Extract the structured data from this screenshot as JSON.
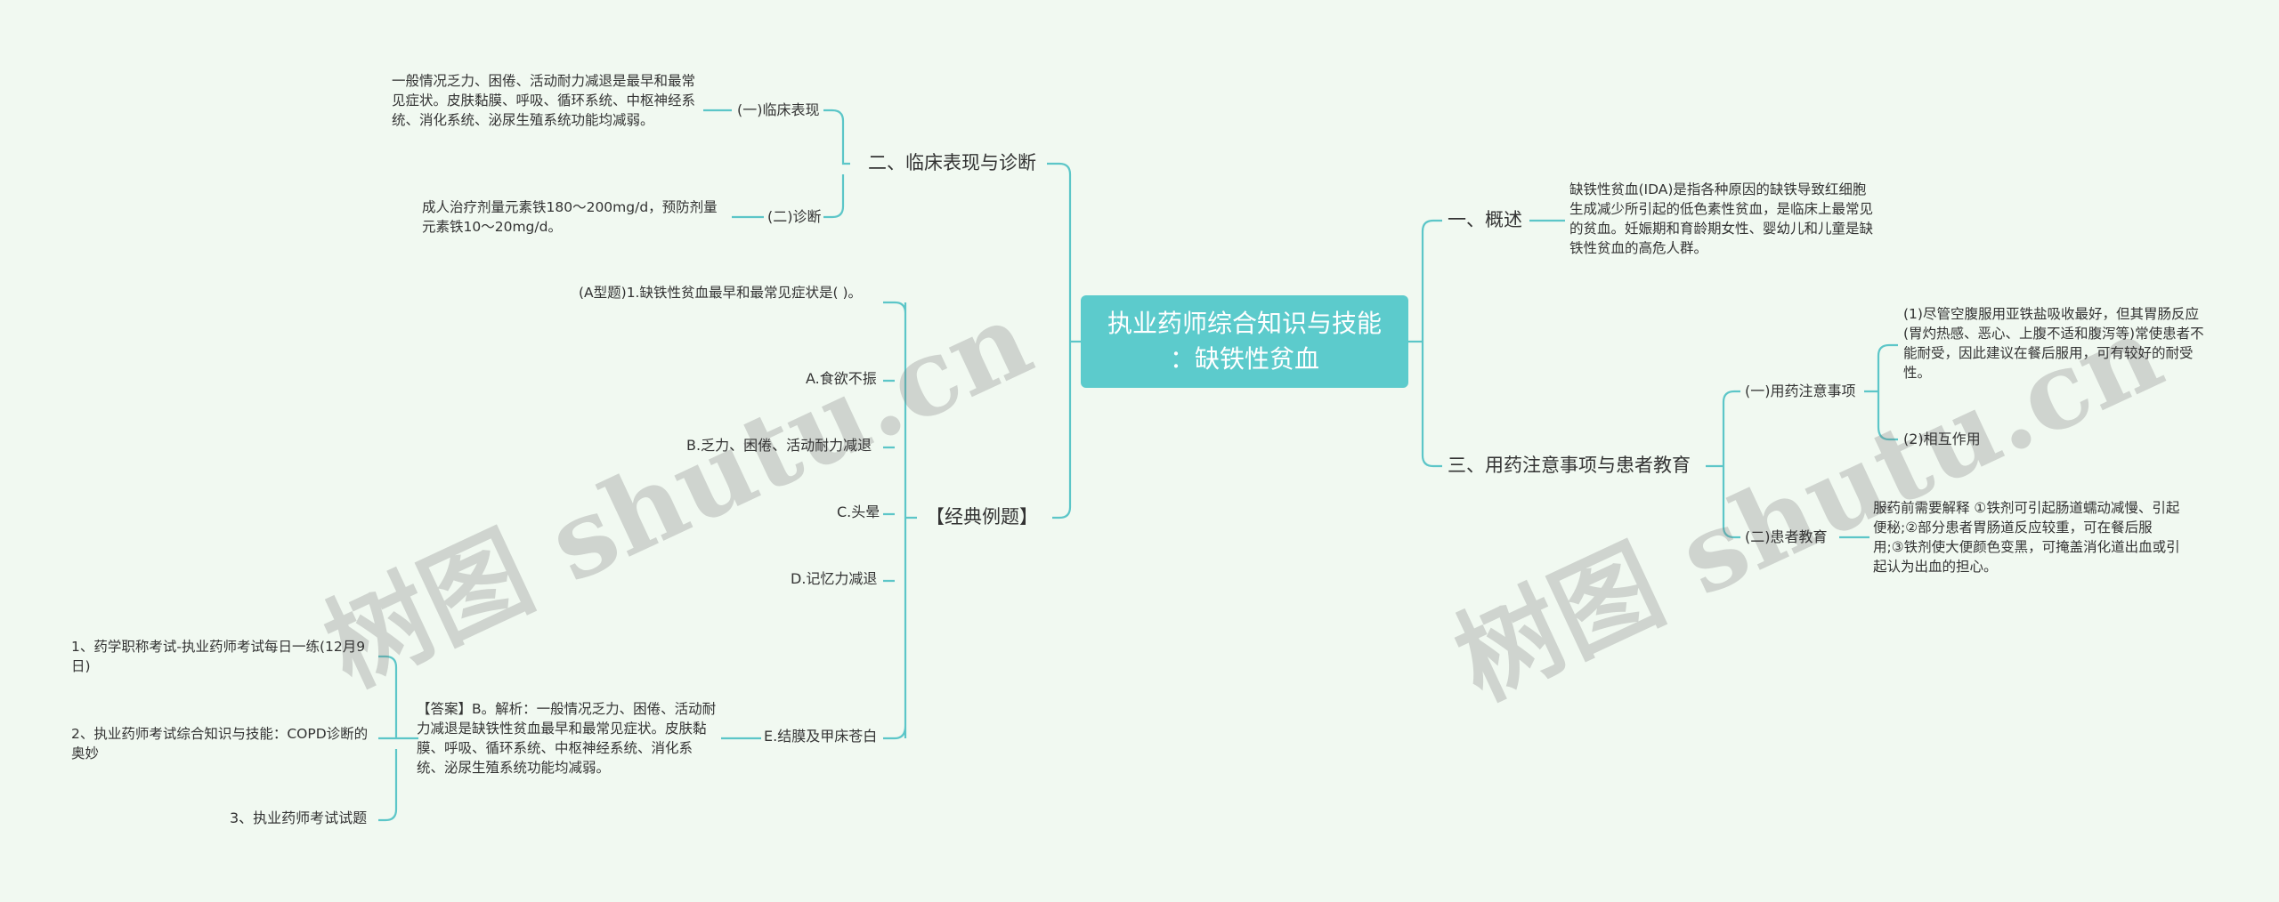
{
  "root": {
    "line1": "执业药师综合知识与技能",
    "line2": "：缺铁性贫血"
  },
  "left": {
    "b2": {
      "label": "二、临床表现与诊断",
      "c1": {
        "label": "(一)临床表现",
        "text": "一般情况乏力、困倦、活动耐力减退是最早和最常见症状。皮肤黏膜、呼吸、循环系统、中枢神经系统、消化系统、泌尿生殖系统功能均减弱。"
      },
      "c2": {
        "label": "(二)诊断",
        "text": "成人治疗剂量元素铁180～200mg/d，预防剂量元素铁10～20mg/d。"
      }
    },
    "examples": {
      "label": "【经典例题】",
      "question": "(A型题)1.缺铁性贫血最早和最常见症状是( )。",
      "options": [
        "A.食欲不振",
        "B.乏力、困倦、活动耐力减退",
        "C.头晕",
        "D.记忆力减退",
        "E.结膜及甲床苍白"
      ],
      "answer": "【答案】B。解析：一般情况乏力、困倦、活动耐力减退是缺铁性贫血最早和最常见症状。皮肤黏膜、呼吸、循环系统、中枢神经系统、消化系统、泌尿生殖系统功能均减弱。",
      "related": [
        "1、药学职称考试-执业药师考试每日一练(12月9日)",
        "2、执业药师考试综合知识与技能：COPD诊断的奥妙",
        "3、执业药师考试试题"
      ]
    }
  },
  "right": {
    "b1": {
      "label": "一、概述",
      "text": "缺铁性贫血(IDA)是指各种原因的缺铁导致红细胞生成减少所引起的低色素性贫血，是临床上最常见的贫血。妊娠期和育龄期女性、婴幼儿和儿童是缺铁性贫血的高危人群。"
    },
    "b3": {
      "label": "三、用药注意事项与患者教育",
      "c1": {
        "label": "(一)用药注意事项",
        "t1": "(1)尽管空腹服用亚铁盐吸收最好，但其胃肠反应(胃灼热感、恶心、上腹不适和腹泻等)常使患者不能耐受，因此建议在餐后服用，可有较好的耐受性。",
        "t2": "(2)相互作用"
      },
      "c2": {
        "label": "(二)患者教育",
        "text": "服药前需要解释 ①铁剂可引起肠道蠕动减慢、引起便秘;②部分患者胃肠道反应较重，可在餐后服用;③铁剂使大便颜色变黑，可掩盖消化道出血或引起认为出血的担心。"
      }
    }
  },
  "watermark": "树图 shutu.cn"
}
